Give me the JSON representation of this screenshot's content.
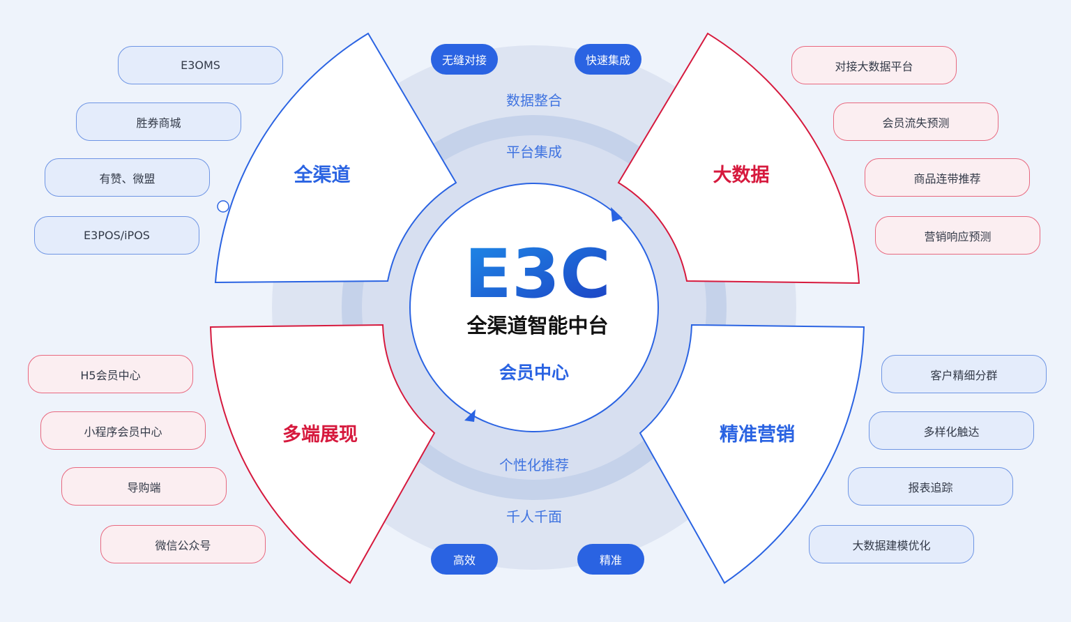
{
  "center": {
    "logo": "E3C",
    "subtitle": "全渠道智能中台",
    "label": "会员中心"
  },
  "rings": {
    "top_outer": "数据整合",
    "top_inner": "平台集成",
    "bottom_inner": "个性化推荐",
    "bottom_outer": "千人千面"
  },
  "badges": {
    "top_left": "无缝对接",
    "top_right": "快速集成",
    "bottom_left": "高效",
    "bottom_right": "精准"
  },
  "sectors": {
    "top_left": {
      "title": "全渠道",
      "items": [
        "E3OMS",
        "胜券商城",
        "有赞、微盟",
        "E3POS/iPOS"
      ]
    },
    "top_right": {
      "title": "大数据",
      "items": [
        "对接大数据平台",
        "会员流失预测",
        "商品连带推荐",
        "营销响应预测"
      ]
    },
    "bottom_left": {
      "title": "多端展现",
      "items": [
        "H5会员中心",
        "小程序会员中心",
        "导购端",
        "微信公众号"
      ]
    },
    "bottom_right": {
      "title": "精准营销",
      "items": [
        "客户精细分群",
        "多样化触达",
        "报表追踪",
        "大数据建模优化"
      ]
    }
  },
  "colors": {
    "blue": "#2a63e2",
    "red": "#d6193d",
    "ring_outer": "#d9e1f1",
    "ring_mid": "#c3d1ec",
    "background": "#eef3fb"
  }
}
